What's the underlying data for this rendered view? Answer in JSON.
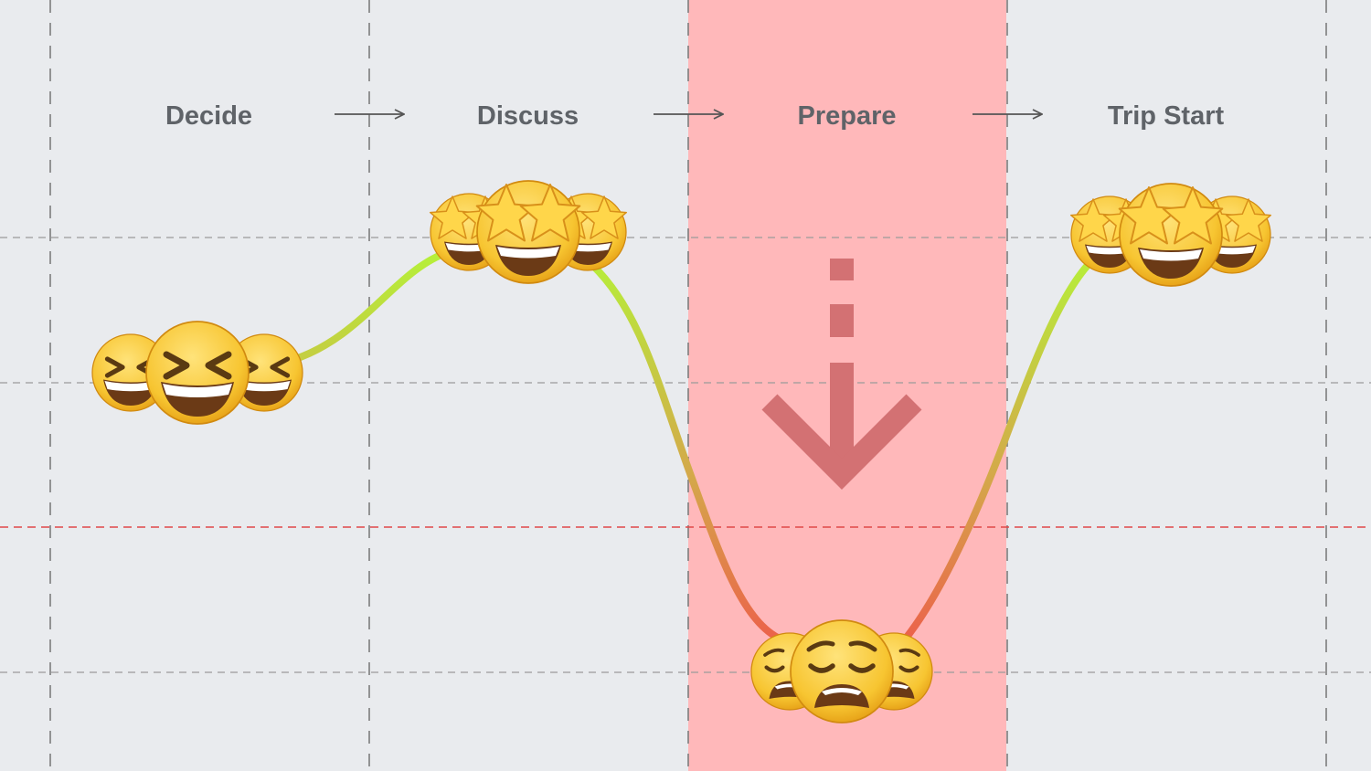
{
  "stages": [
    {
      "label": "Decide",
      "emoji": "laughing-face",
      "mood": 0.45
    },
    {
      "label": "Discuss",
      "emoji": "star-struck-face",
      "mood": 0.75
    },
    {
      "label": "Prepare",
      "emoji": "weary-face",
      "mood": 0.0
    },
    {
      "label": "Trip Start",
      "emoji": "star-struck-face",
      "mood": 0.75
    }
  ],
  "highlight_stage": "Prepare",
  "colors": {
    "background": "#e9ebee",
    "highlight": "#ffb8ba",
    "down_arrow": "#d37173",
    "threshold_line": "#e04848",
    "grid_line": "#9a9a9a",
    "curve_high": "#b6ef3a",
    "curve_mid": "#d4a84a",
    "curve_low": "#ee5a4a",
    "label_text": "#5f6368",
    "emoji_face": "#f7c531",
    "emoji_star": "#ffd64a"
  }
}
